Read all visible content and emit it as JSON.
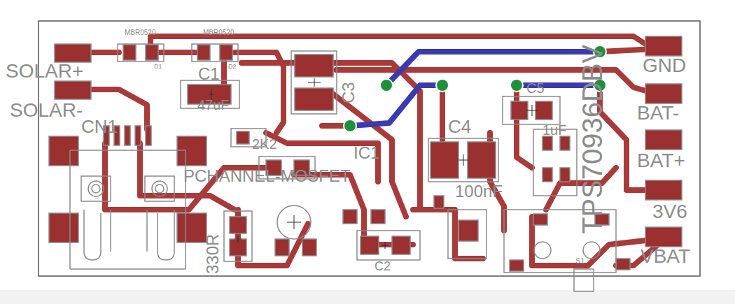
{
  "diagram": {
    "labels": [
      "MBR0520",
      "MBR0520",
      "D1",
      "D2",
      "SOLAR+",
      "SOLAR-",
      "CN1",
      "C1",
      "47uF",
      "C3",
      "IC1",
      "C4",
      "100nF",
      "C5",
      "1uF",
      "PCHANNEL-MOSFET",
      "330R",
      "2K2",
      "C2",
      "S1",
      "TPS70936DBV",
      "GND",
      "BAT-",
      "BAT+",
      "3V6",
      "VBAT"
    ]
  }
}
